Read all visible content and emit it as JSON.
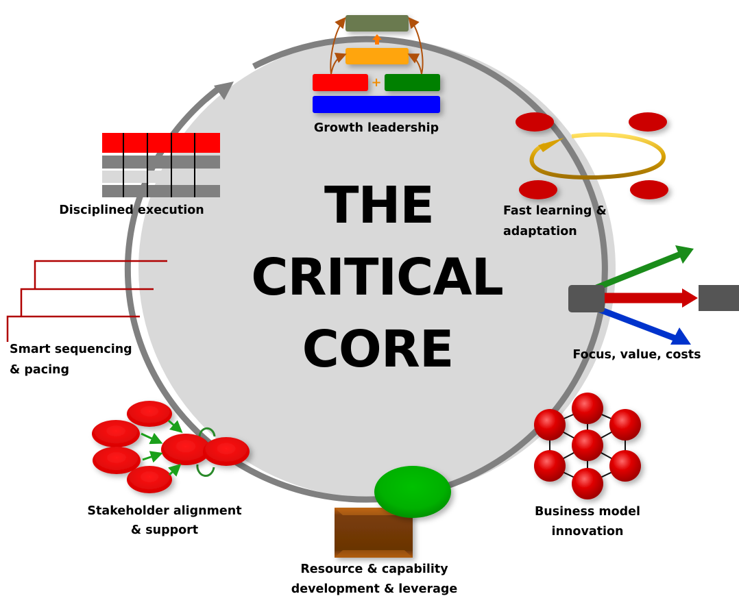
{
  "title": {
    "lines": [
      "THE",
      "CRITICAL",
      "CORE"
    ]
  },
  "segments": [
    {
      "id": "growth-leadership",
      "label_lines": [
        "Growth leadership"
      ],
      "icon": "stacked-blocks-icon"
    },
    {
      "id": "fast-learning",
      "label_lines": [
        "Fast learning &",
        "adaptation"
      ],
      "icon": "learning-loop-icon"
    },
    {
      "id": "focus-value-costs",
      "label_lines": [
        "Focus, value, costs"
      ],
      "icon": "diverging-arrows-icon"
    },
    {
      "id": "business-model",
      "label_lines": [
        "Business model",
        "innovation"
      ],
      "icon": "network-spheres-icon"
    },
    {
      "id": "resource-capability",
      "label_lines": [
        "Resource & capability",
        "development & leverage"
      ],
      "icon": "box-and-sphere-icon"
    },
    {
      "id": "stakeholder-alignment",
      "label_lines": [
        "Stakeholder alignment",
        "& support"
      ],
      "icon": "converging-ovals-icon"
    },
    {
      "id": "smart-sequencing",
      "label_lines": [
        "Smart sequencing",
        "& pacing"
      ],
      "icon": "staircase-lines-icon"
    },
    {
      "id": "disciplined-execution",
      "label_lines": [
        "Disciplined execution"
      ],
      "icon": "grid-bars-icon"
    }
  ],
  "colors": {
    "circle_fill": "#d9d9d9",
    "circle_stroke": "#808080",
    "red": "#ff0000",
    "dark_red": "#cc0000",
    "green": "#008000",
    "blue": "#0000ff",
    "orange": "#ffa500",
    "olive": "#6b7a4f",
    "brown": "#a0520d",
    "gold": "#e0b000",
    "gray_block": "#555555"
  }
}
